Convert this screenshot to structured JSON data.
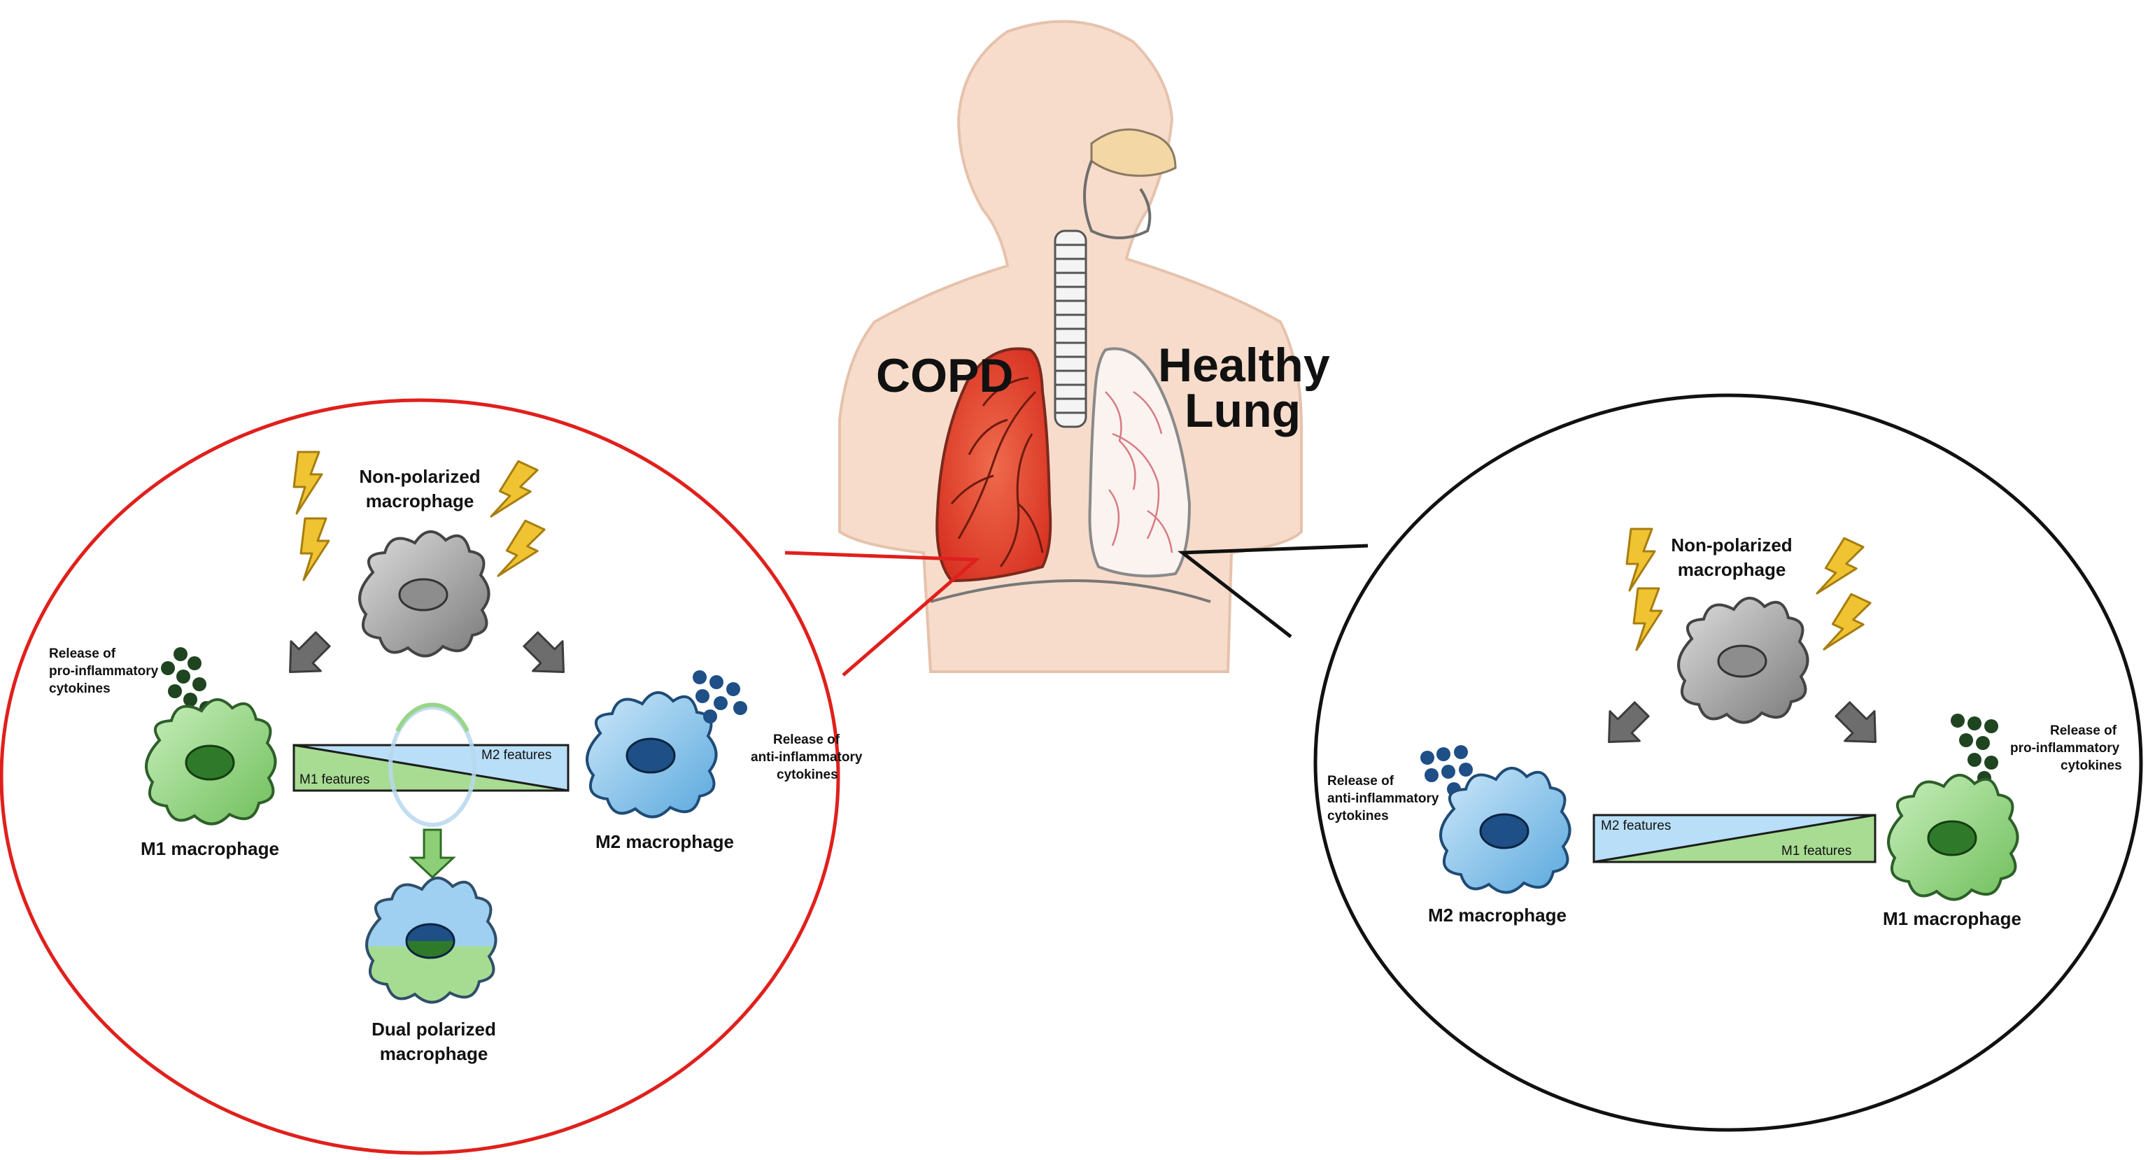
{
  "torso": {
    "left_lung_label": "COPD",
    "right_lung_label_line1": "Healthy",
    "right_lung_label_line2": "Lung"
  },
  "copd_panel": {
    "top_cell_line1": "Non-polarized",
    "top_cell_line2": "macrophage",
    "left_release_line1": "Release of",
    "left_release_line2": "pro-inflammatory",
    "left_release_line3": "cytokines",
    "right_release_line1": "Release of",
    "right_release_line2": "anti-inflammatory",
    "right_release_line3": "cytokines",
    "m1_label": "M1 macrophage",
    "m2_label": "M2 macrophage",
    "bar_top_label": "M2 features",
    "bar_bottom_label": "M1 features",
    "dual_line1": "Dual polarized",
    "dual_line2": "macrophage"
  },
  "healthy_panel": {
    "top_cell_line1": "Non-polarized",
    "top_cell_line2": "macrophage",
    "left_release_line1": "Release of",
    "left_release_line2": "anti-inflammatory",
    "left_release_line3": "cytokines",
    "right_release_line1": "Release of",
    "right_release_line2": "pro-inflammatory",
    "right_release_line3": "cytokines",
    "m2_label": "M2 macrophage",
    "m1_label": "M1 macrophage",
    "bar_top_label": "M2 features",
    "bar_bottom_label": "M1 features"
  },
  "colors": {
    "copd_circle": "#e0201c",
    "healthy_circle": "#111111",
    "skin": "#f7dccb",
    "copd_lung": "#e8442a",
    "m1_cell": "#9ed68d",
    "m2_cell": "#8fc6ec",
    "non_polarized_cell": "#9a9a9a",
    "lightning": "#e8b923"
  }
}
